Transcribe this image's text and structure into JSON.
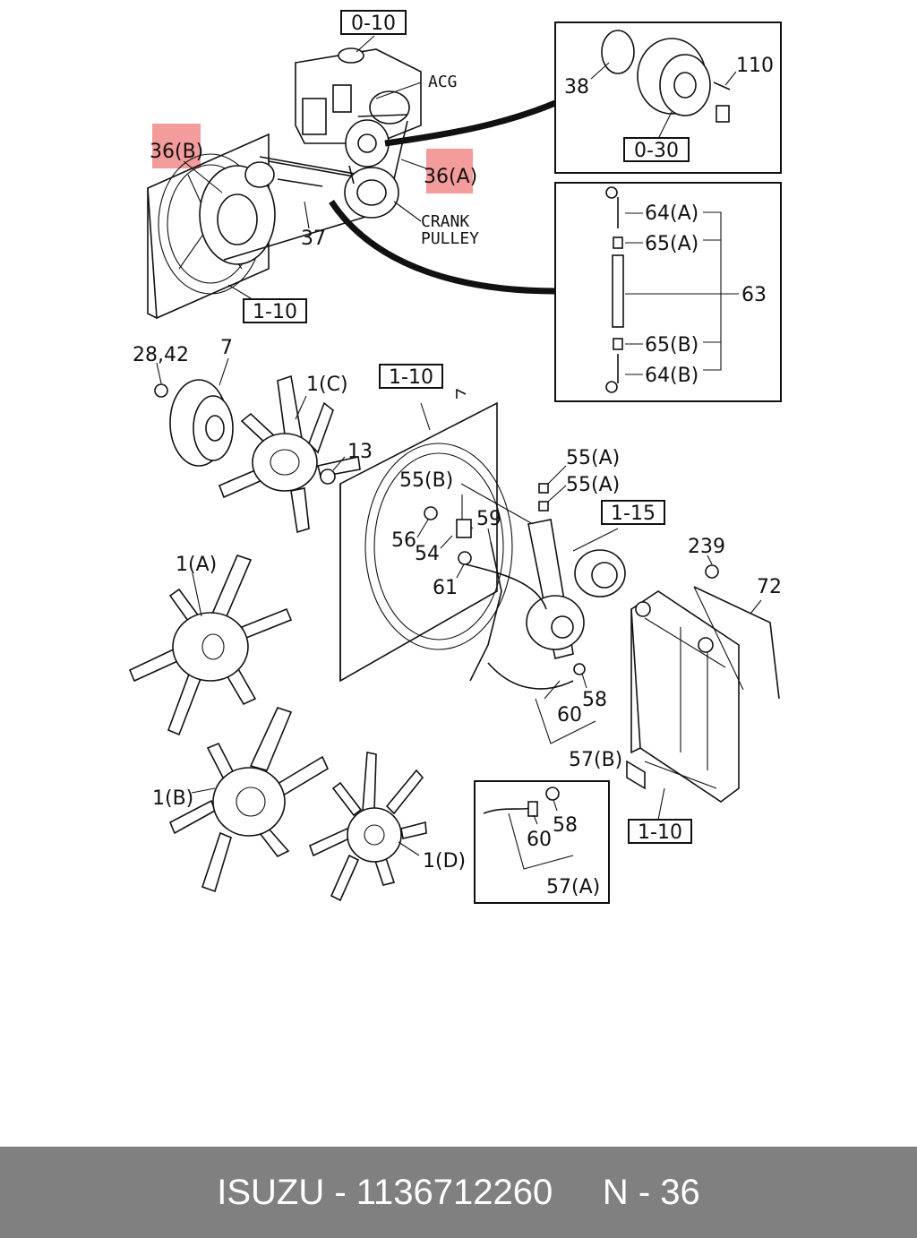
{
  "refs": {
    "r0_10": "0-10",
    "r0_30": "0-30",
    "r1_10_top": "1-10",
    "r1_10_mid": "1-10",
    "r1_10_bot": "1-10",
    "r1_15": "1-15"
  },
  "labels": {
    "acg": "ACG",
    "crank": "CRANK",
    "pulley": "PULLEY",
    "p36b": "36(B)",
    "p36a": "36(A)",
    "p37": "37",
    "p38": "38",
    "p110": "110",
    "p64a": "64(A)",
    "p65a": "65(A)",
    "p63": "63",
    "p65b": "65(B)",
    "p64b": "64(B)",
    "p2842": "28,42",
    "p7": "7",
    "p1c": "1(C)",
    "p13": "13",
    "p55a_1": "55(A)",
    "p55a_2": "55(A)",
    "p55b": "55(B)",
    "p59": "59",
    "p56": "56",
    "p54": "54",
    "p61": "61",
    "p239": "239",
    "p72": "72",
    "p1a": "1(A)",
    "p58": "58",
    "p60": "60",
    "p57b": "57(B)",
    "p1b": "1(B)",
    "p1d": "1(D)",
    "p58_inset": "58",
    "p60_inset": "60",
    "p57a": "57(A)"
  },
  "highlight_color": "#f28b8b",
  "footer": {
    "text": "ISUZU - 1136712260     N - 36",
    "background": "#808080"
  }
}
